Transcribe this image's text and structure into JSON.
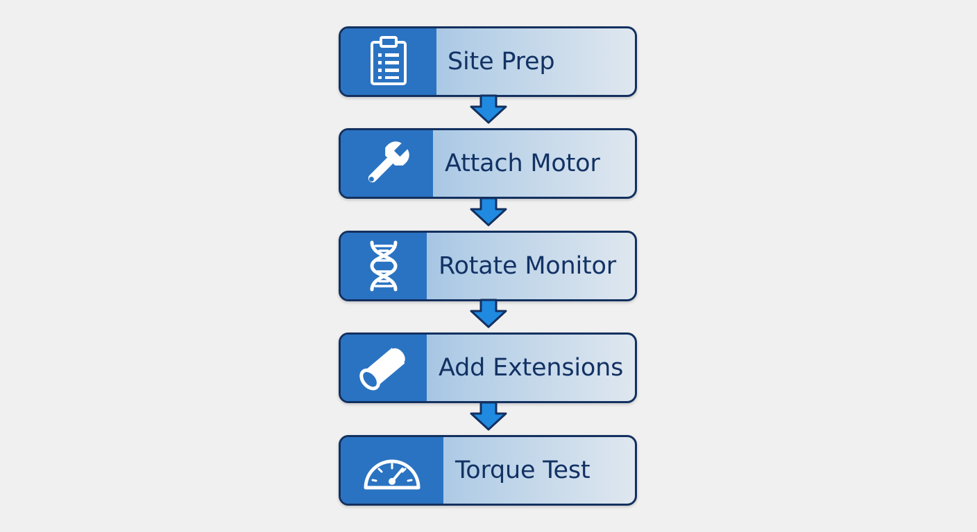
{
  "steps": [
    {
      "label": "Site Prep",
      "icon": "clipboard-icon"
    },
    {
      "label": "Attach Motor",
      "icon": "wrench-icon"
    },
    {
      "label": "Rotate Monitor",
      "icon": "dna-icon"
    },
    {
      "label": "Add Extensions",
      "icon": "pipe-icon"
    },
    {
      "label": "Torque Test",
      "icon": "gauge-icon"
    }
  ],
  "colors": {
    "background": "#f0f0f0",
    "border": "#13305f",
    "icon_panel": "#2a73c2",
    "text": "#123264",
    "arrow": "#1f8ae0"
  }
}
